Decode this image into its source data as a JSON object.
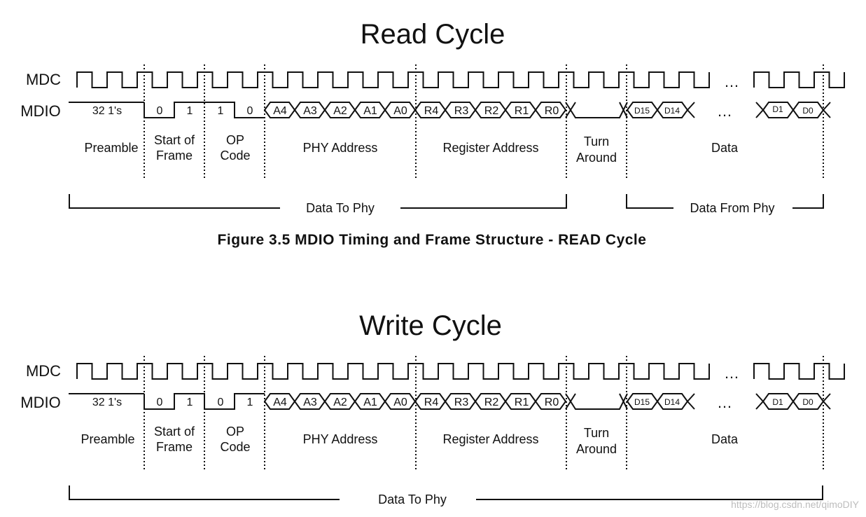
{
  "read": {
    "title": "Read Cycle",
    "mdc_label": "MDC",
    "mdio_label": "MDIO",
    "ellipsis": "…",
    "preamble_bits": "32 1's",
    "st_bits": [
      "0",
      "1"
    ],
    "op_bits": [
      "1",
      "0"
    ],
    "phy_bits": [
      "A4",
      "A3",
      "A2",
      "A1",
      "A0"
    ],
    "reg_bits": [
      "R4",
      "R3",
      "R2",
      "R1",
      "R0"
    ],
    "data_high_bits": [
      "D15",
      "D14"
    ],
    "data_low_bits": [
      "D1",
      "D0"
    ],
    "fields": {
      "preamble": "Preamble",
      "st_line1": "Start of",
      "st_line2": "Frame",
      "op_line1": "OP",
      "op_line2": "Code",
      "phy": "PHY Address",
      "reg": "Register Address",
      "ta_line1": "Turn",
      "ta_line2": "Around",
      "data": "Data"
    },
    "brace_to_phy": "Data To Phy",
    "brace_from_phy": "Data From Phy",
    "caption": "Figure 3.5 MDIO Timing and Frame Structure - READ Cycle"
  },
  "write": {
    "title": "Write Cycle",
    "mdc_label": "MDC",
    "mdio_label": "MDIO",
    "ellipsis": "…",
    "preamble_bits": "32 1's",
    "st_bits": [
      "0",
      "1"
    ],
    "op_bits": [
      "0",
      "1"
    ],
    "phy_bits": [
      "A4",
      "A3",
      "A2",
      "A1",
      "A0"
    ],
    "reg_bits": [
      "R4",
      "R3",
      "R2",
      "R1",
      "R0"
    ],
    "data_high_bits": [
      "D15",
      "D14"
    ],
    "data_low_bits": [
      "D1",
      "D0"
    ],
    "fields": {
      "preamble": "Preamble",
      "st_line1": "Start of",
      "st_line2": "Frame",
      "op_line1": "OP",
      "op_line2": "Code",
      "phy": "PHY Address",
      "reg": "Register Address",
      "ta_line1": "Turn",
      "ta_line2": "Around",
      "data": "Data"
    },
    "brace_to_phy": "Data To Phy"
  },
  "watermark": "https://blog.csdn.net/qimoDIY"
}
